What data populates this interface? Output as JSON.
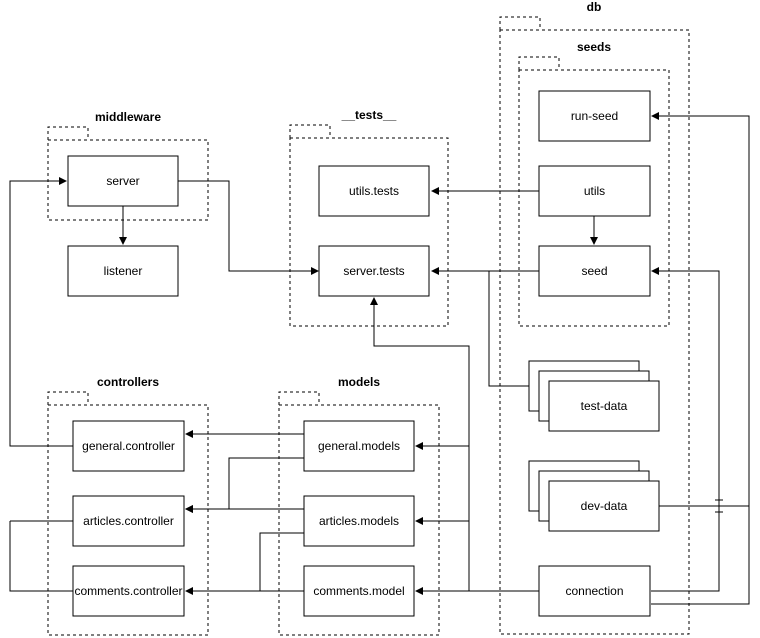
{
  "colors": {
    "line": "#000000",
    "background": "#ffffff"
  },
  "packages": {
    "db": "db",
    "seeds": "seeds",
    "middleware": "middleware",
    "tests": "__tests__",
    "controllers": "controllers",
    "models": "models"
  },
  "nodes": {
    "run_seed": "run-seed",
    "utils": "utils",
    "seed": "seed",
    "server": "server",
    "listener": "listener",
    "utils_tests": "utils.tests",
    "server_tests": "server.tests",
    "test_data": "test-data",
    "dev_data": "dev-data",
    "connection": "connection",
    "general_controller": "general.controller",
    "articles_controller": "articles.controller",
    "comments_controller": "comments.controller",
    "general_models": "general.models",
    "articles_models": "articles.models",
    "comments_model": "comments.model"
  }
}
